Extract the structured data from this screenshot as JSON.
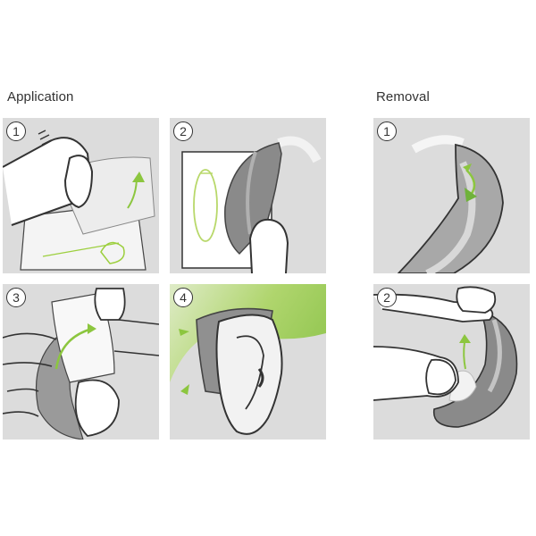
{
  "sections": {
    "application": {
      "title": "Application",
      "steps": [
        {
          "number": "1",
          "description": "Peel adhesive strip from backing sheet with fingertip"
        },
        {
          "number": "2",
          "description": "Press hearing aid onto adhesive strip"
        },
        {
          "number": "3",
          "description": "Peel off protective liner"
        },
        {
          "number": "4",
          "description": "Place hearing aid behind the ear"
        }
      ]
    },
    "removal": {
      "title": "Removal",
      "steps": [
        {
          "number": "1",
          "description": "Lift adhesive strip from hearing aid"
        },
        {
          "number": "2",
          "description": "Pinch and peel strip off hearing aid"
        }
      ]
    }
  },
  "colors": {
    "panel_bg": "#dcdcdc",
    "accent_green": "#8cc63f",
    "outline": "#333333",
    "device_gray": "#8a8a8a"
  }
}
